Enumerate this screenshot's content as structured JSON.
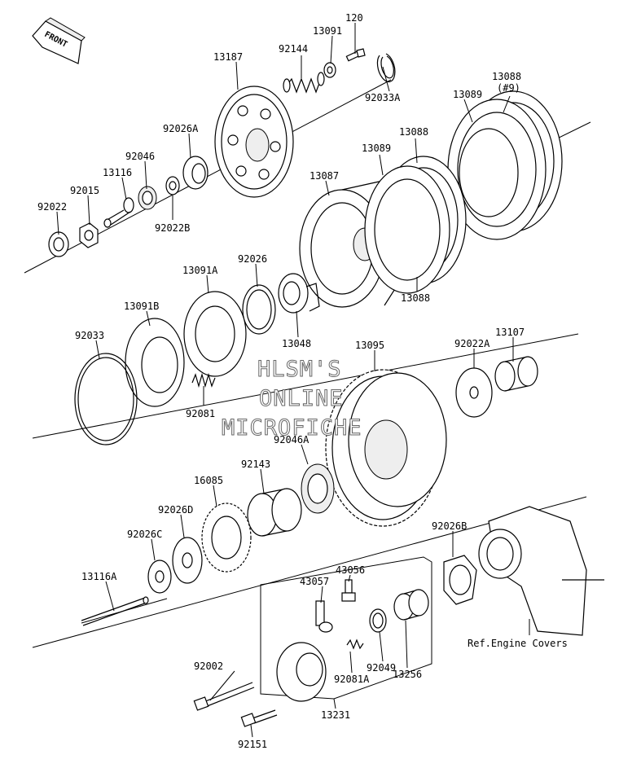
{
  "front_label": "FRONT",
  "watermark": [
    "HLSM'S",
    "ONLINE",
    "MICROFICHE"
  ],
  "reference_note": "Ref.Engine Covers",
  "part_numbers": {
    "p120": "120",
    "p13091": "13091",
    "p13187": "13187",
    "p92144": "92144",
    "p92033A": "92033A",
    "p13088_top": "13088",
    "p13088_top_qty": "(#9)",
    "p13089_top": "13089",
    "p92026A": "92026A",
    "p92046": "92046",
    "p13116": "13116",
    "p92015": "92015",
    "p92022": "92022",
    "p92022B": "92022B",
    "p13088_mid": "13088",
    "p13089_mid": "13089",
    "p13087": "13087",
    "p13091A": "13091A",
    "p92026": "92026",
    "p13091B": "13091B",
    "p92033": "92033",
    "p13095": "13095",
    "p13048": "13048",
    "p13088_low": "13088",
    "p92022A": "92022A",
    "p13107": "13107",
    "p92081": "92081",
    "p92046A": "92046A",
    "p92143": "92143",
    "p16085": "16085",
    "p92026D": "92026D",
    "p92026C": "92026C",
    "p92026B": "92026B",
    "p13116A": "13116A",
    "p43056": "43056",
    "p43057": "43057",
    "p92002": "92002",
    "p92049": "92049",
    "p13256": "13256",
    "p92081A": "92081A",
    "p92151": "92151",
    "p13231": "13231"
  }
}
